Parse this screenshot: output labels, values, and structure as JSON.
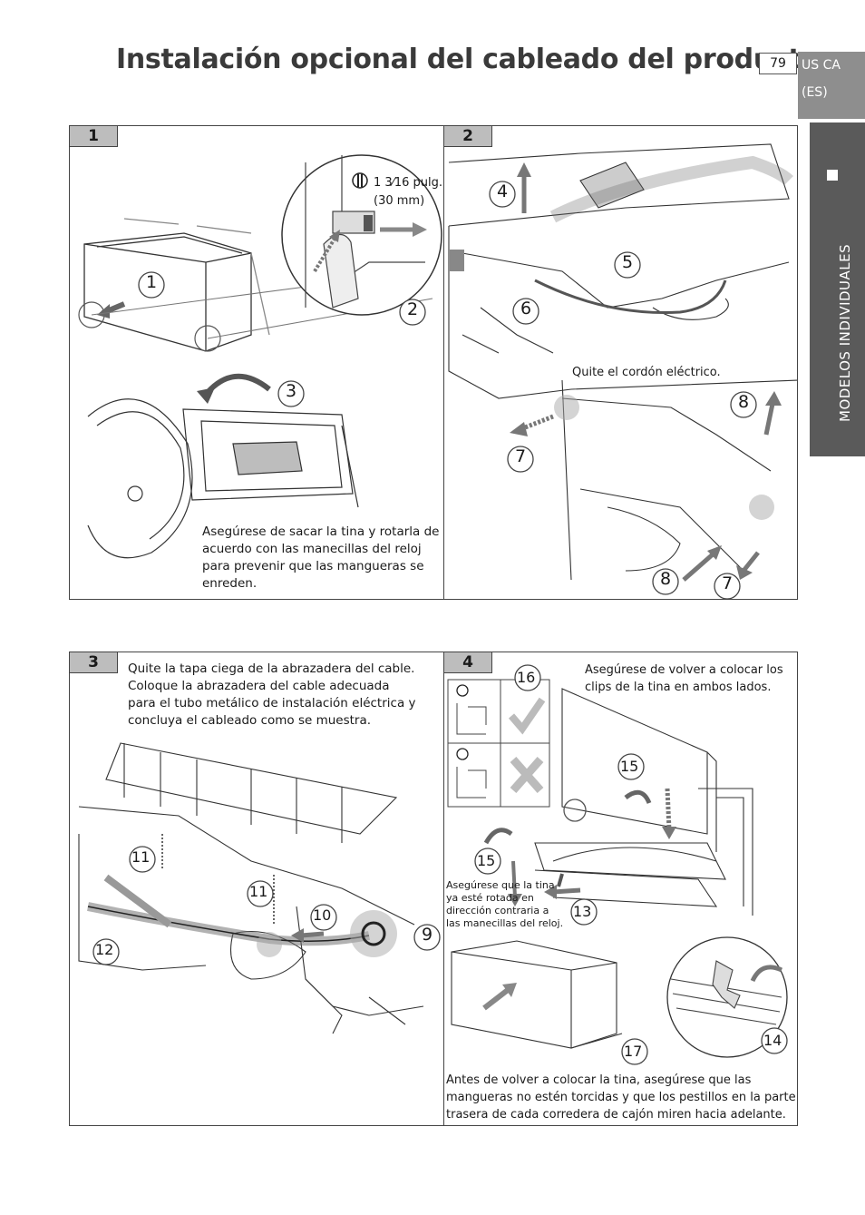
{
  "header": {
    "title": "Instalación opcional del cableado del producto",
    "page_number": "79",
    "region_line1": "US CA",
    "region_line2": "(ES)"
  },
  "side_tab": {
    "label": "MODELOS INDIVIDUALES"
  },
  "panels": [
    {
      "number": "1",
      "dimension": "1 3⁄16 pulg.",
      "dimension_mm": "(30 mm)",
      "steps": [
        "1",
        "2",
        "3"
      ],
      "note": "Asegúrese de sacar la tina y rotarla de acuerdo con las manecillas del reloj para prevenir que las mangueras se enreden."
    },
    {
      "number": "2",
      "steps": [
        "4",
        "5",
        "6",
        "7",
        "8",
        "8",
        "7"
      ],
      "note": "Quite el cordón eléctrico."
    },
    {
      "number": "3",
      "steps": [
        "9",
        "10",
        "11",
        "11",
        "12"
      ],
      "note": "Quite la tapa ciega de la abrazadera del cable. Coloque la abrazadera del cable adecuada para el tubo metálico de instalación eléctrica y concluya el cableado como se muestra."
    },
    {
      "number": "4",
      "steps": [
        "13",
        "14",
        "15",
        "15",
        "16",
        "17"
      ],
      "note_top": "Asegúrese de volver a colocar los clips de la tina en ambos lados.",
      "note_rotate": "Asegúrese que la tina ya esté rotada en dirección contraria a las manecillas del reloj.",
      "note_bottom": "Antes de volver a colocar la tina, asegúrese que las mangueras no estén torcidas y que los pestillos en la parte trasera de cada corredera de cajón miren hacia adelante."
    }
  ]
}
